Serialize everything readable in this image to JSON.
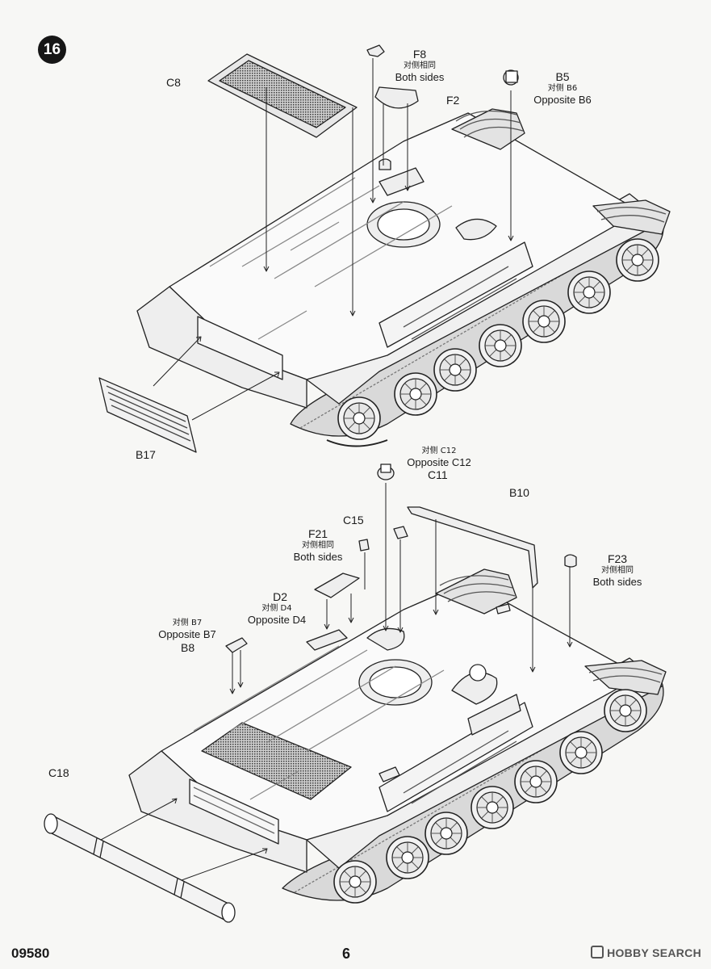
{
  "step": "16",
  "footer": {
    "code": "09580",
    "page": "6",
    "watermark": "HOBBY SEARCH"
  },
  "top_labels": {
    "c8": "C8",
    "f8": "F8",
    "f8_cn": "对侧相同",
    "f8_en": "Both sides",
    "b5": "B5",
    "b5_cn": "对侧 B6",
    "b5_en": "Opposite B6",
    "f2": "F2",
    "b17": "B17"
  },
  "bottom_labels": {
    "c12_cn": "对侧 C12",
    "c12_en": "Opposite C12",
    "c11": "C11",
    "b10": "B10",
    "c15": "C15",
    "f21": "F21",
    "f21_cn": "对侧相同",
    "f21_en": "Both sides",
    "f23": "F23",
    "f23_cn": "对侧相同",
    "f23_en": "Both sides",
    "d2": "D2",
    "d2_cn": "对侧 D4",
    "d2_en": "Opposite D4",
    "b7_cn": "对侧 B7",
    "b7_en": "Opposite B7",
    "b8": "B8",
    "c18": "C18"
  }
}
